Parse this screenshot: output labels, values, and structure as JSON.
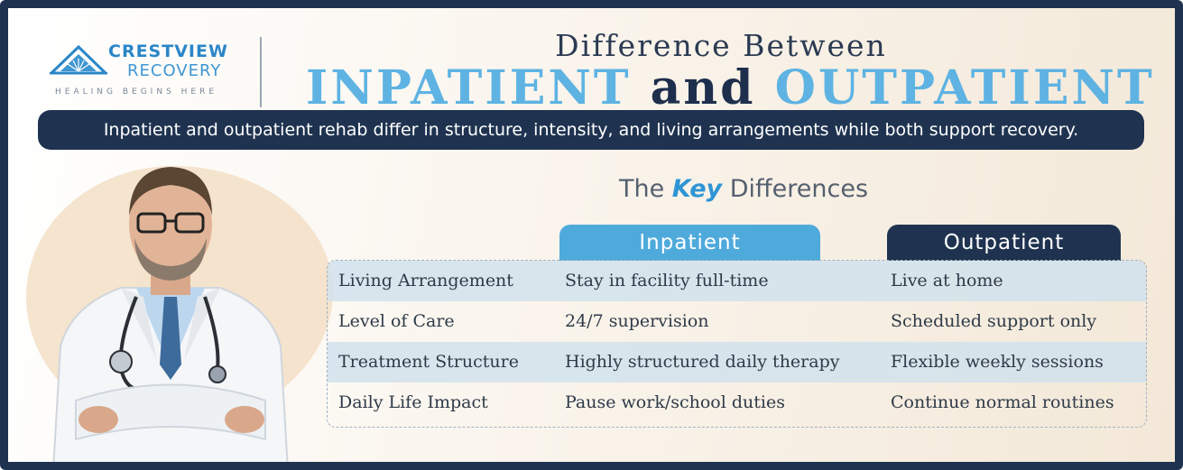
{
  "logo": {
    "name": "CRESTVIEW",
    "sub": "RECOVERY",
    "tagline": "HEALING BEGINS HERE",
    "brand_color": "#2a86c8"
  },
  "title": {
    "line1": "Difference Between",
    "word1": "INPATIENT",
    "and": "and",
    "word2": "OUTPATIENT"
  },
  "banner": "Inpatient and outpatient rehab differ in structure, intensity, and living arrangements while both support recovery.",
  "key_heading": {
    "pre": "The",
    "key": "Key",
    "post": "Differences"
  },
  "columns": {
    "inpatient": "Inpatient",
    "outpatient": "Outpatient"
  },
  "rows": [
    {
      "label": "Living Arrangement",
      "inpatient": "Stay in facility full-time",
      "outpatient": "Live at home"
    },
    {
      "label": "Level of Care",
      "inpatient": "24/7 supervision",
      "outpatient": "Scheduled support only"
    },
    {
      "label": "Treatment Structure",
      "inpatient": "Highly structured daily therapy",
      "outpatient": "Flexible weekly sessions"
    },
    {
      "label": "Daily Life Impact",
      "inpatient": "Pause work/school duties",
      "outpatient": "Continue normal routines"
    }
  ],
  "colors": {
    "navy": "#1f3350",
    "accent_blue": "#4faadc",
    "row_shade": "#d1e2ec"
  },
  "icons": [
    "crest-logo-icon",
    "doctor-illustration"
  ]
}
